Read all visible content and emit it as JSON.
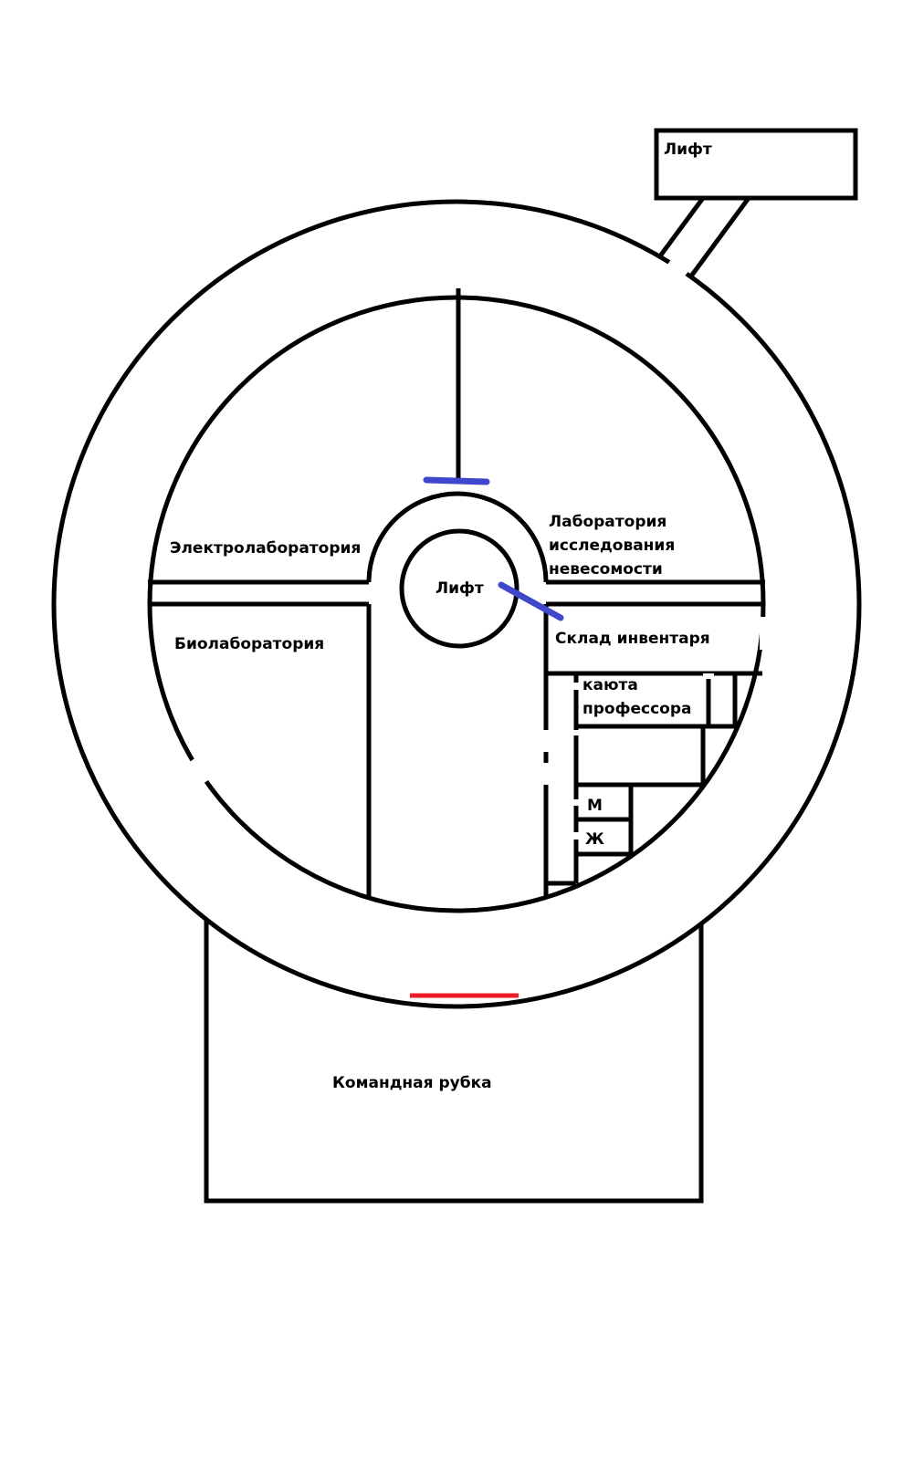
{
  "rooms": {
    "elevator_top": "Лифт",
    "elevator_center": "Лифт",
    "electro_lab": "Электролаборатория",
    "zero_g_lab": [
      "Лаборатория",
      "исследования",
      "невесомости"
    ],
    "bio_lab": "Биолаборатория",
    "storage": "Склад инвентаря",
    "professor_cabin": [
      "каюта",
      "профессора"
    ],
    "wc_men": "М",
    "wc_women": "Ж",
    "command_deck": "Командная рубка"
  },
  "colors": {
    "wall": "#000000",
    "door_blue": "#3f48cc",
    "door_red": "#ed1c24",
    "background": "#ffffff"
  }
}
